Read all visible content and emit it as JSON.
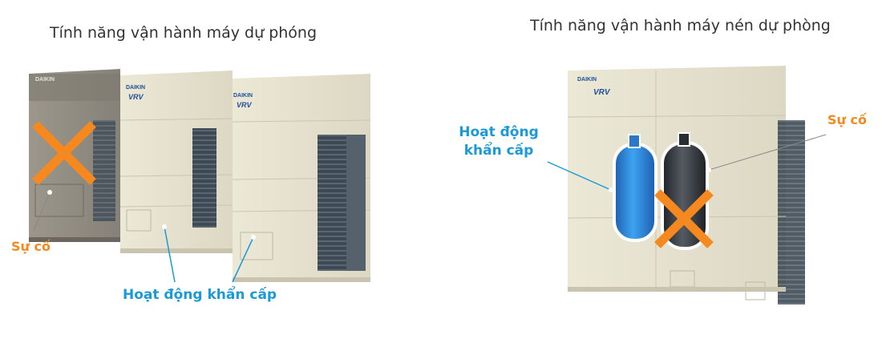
{
  "left_panel": {
    "title": "Tính năng vận hành máy dự phóng",
    "failure_label": "Sự cố",
    "emergency_label": "Hoạt động khẩn cấp",
    "unit_brand": "DAIKIN",
    "unit_model": "VRV"
  },
  "right_panel": {
    "title": "Tính năng vận hành máy nén dự phòng",
    "failure_label": "Sự cố",
    "emergency_label_line1": "Hoạt động",
    "emergency_label_line2": "khẩn cấp",
    "unit_brand": "DAIKIN",
    "unit_model": "VRV"
  },
  "colors": {
    "failure": "#f5891f",
    "emergency": "#1a9ad9",
    "unit_body": "#e6e2cf",
    "failed_unit": "#8e8a80"
  },
  "icons": {
    "failure_mark": "x-cross-icon",
    "pointer": "callout-dot-icon"
  }
}
